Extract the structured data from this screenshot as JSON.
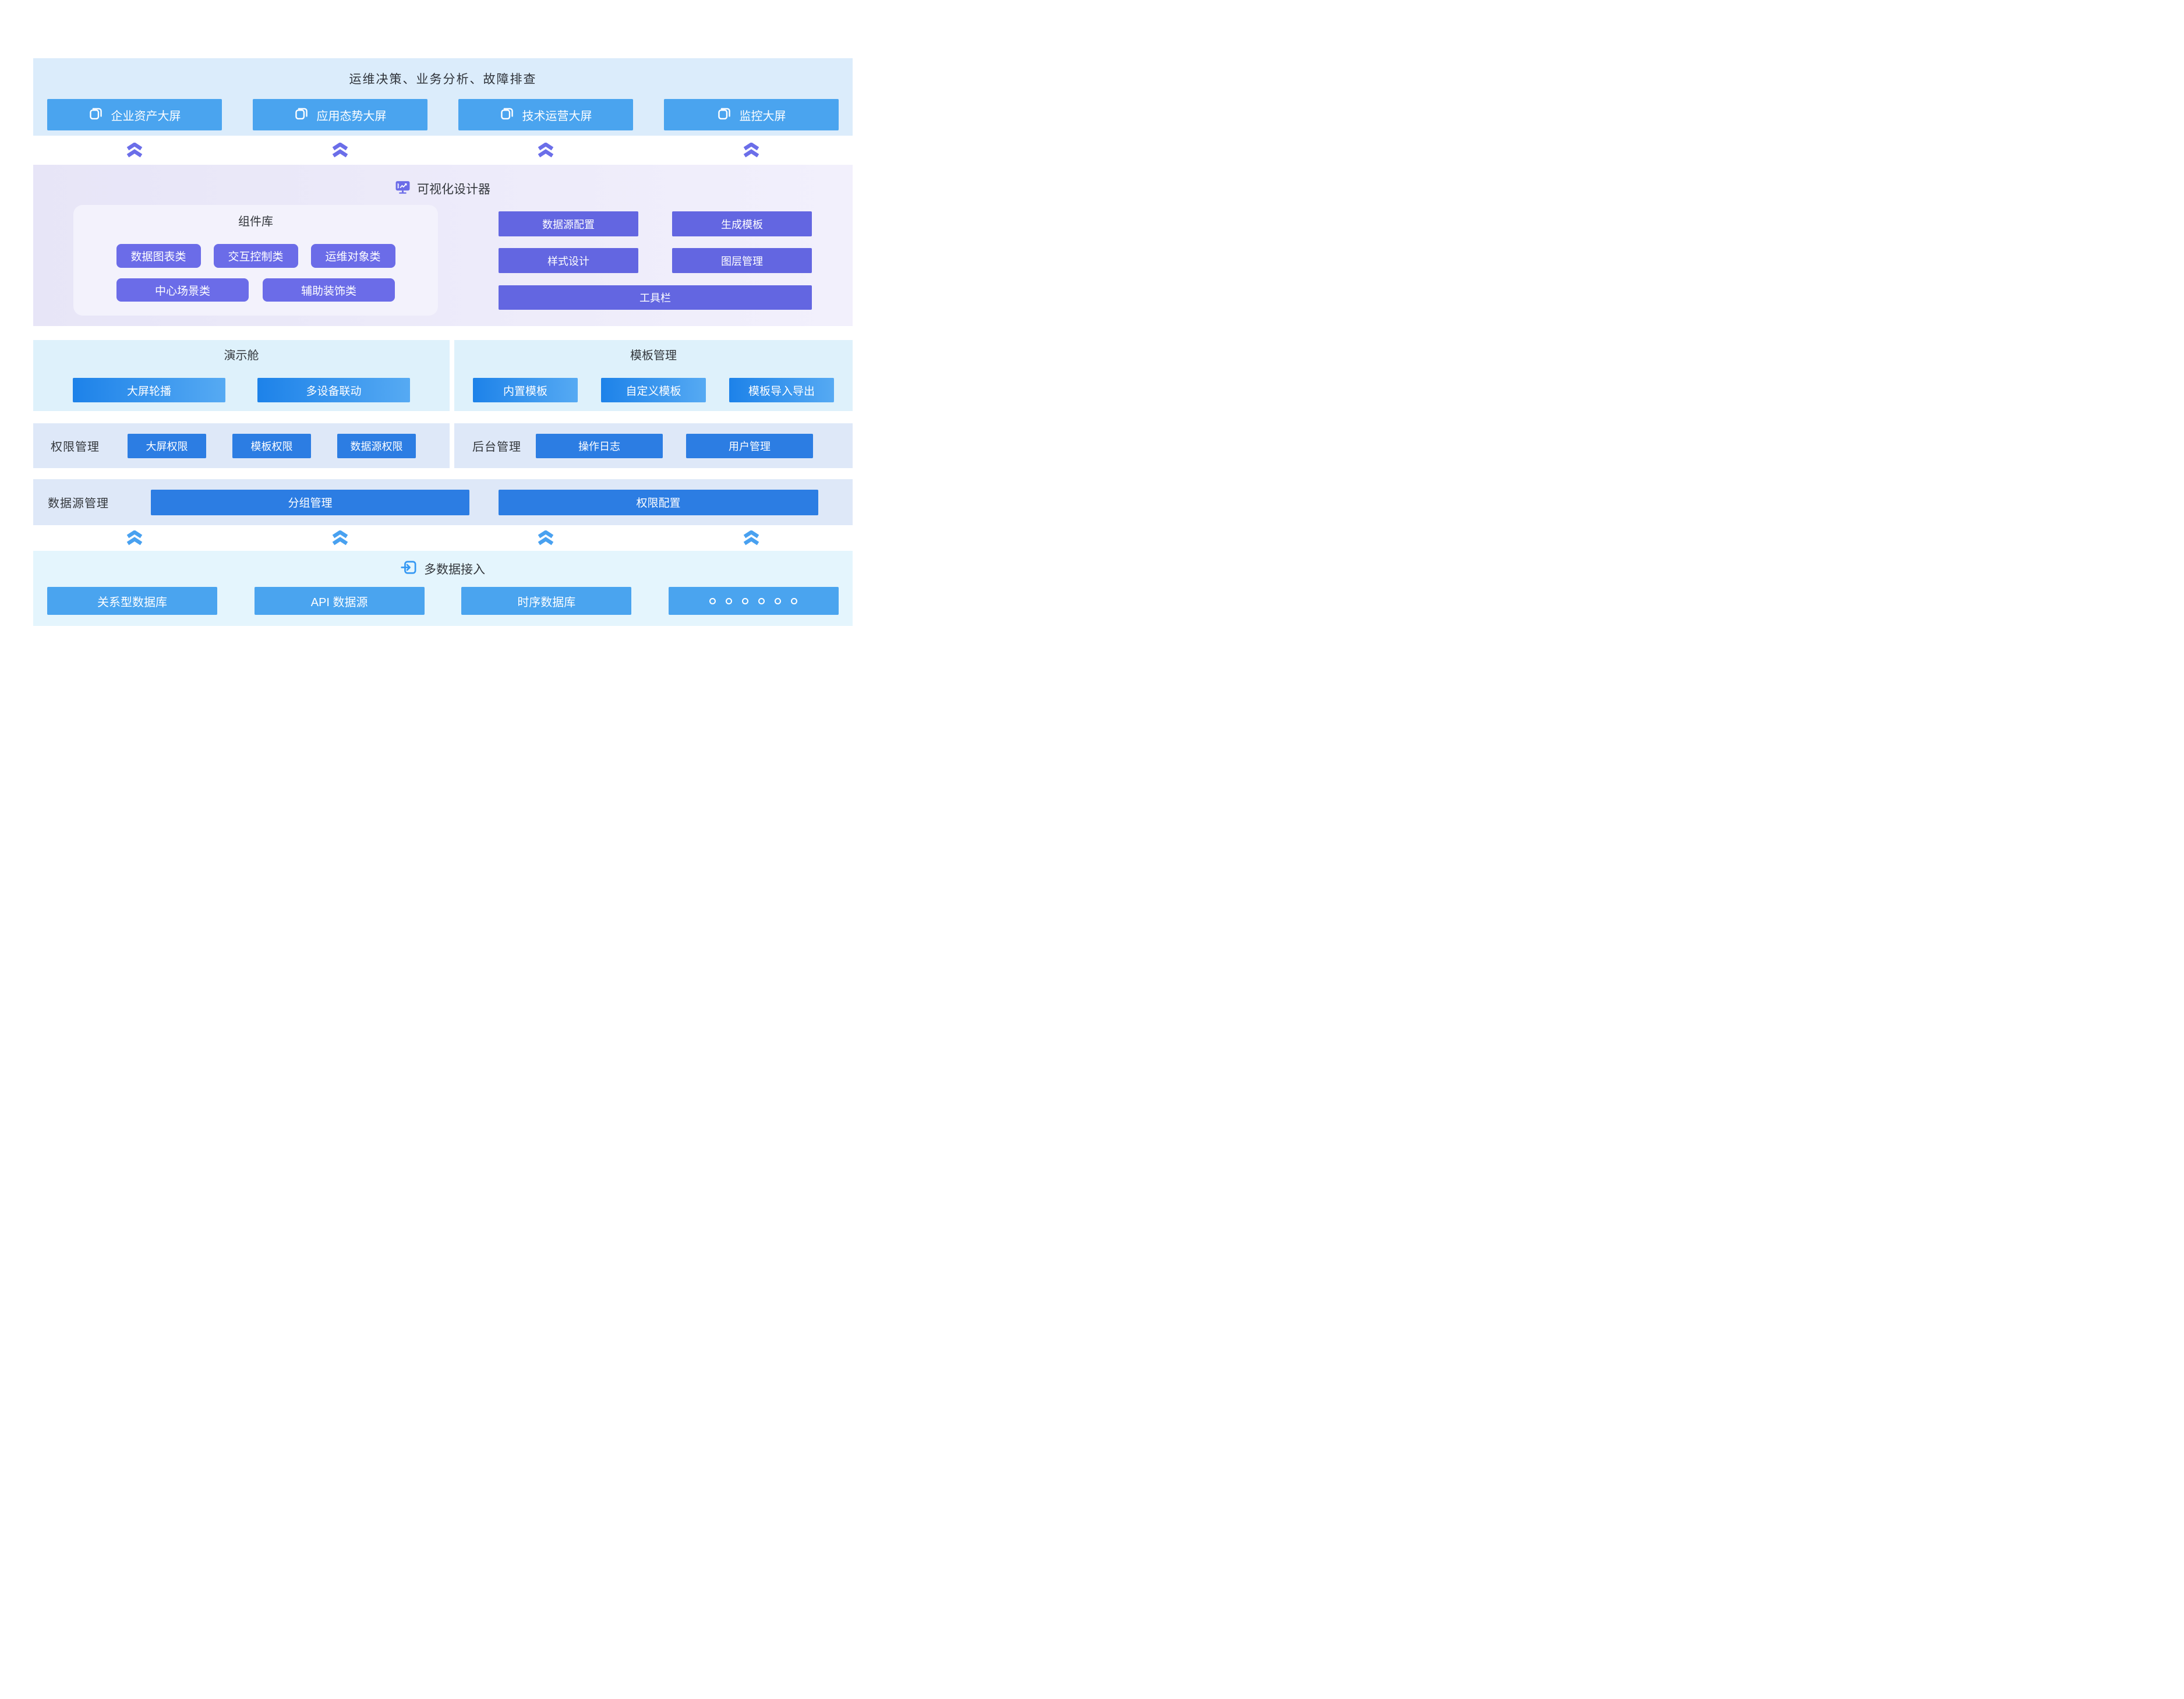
{
  "colors": {
    "flat_blue": "#4aa4ef",
    "solid_blue": "#2c7de3",
    "gradient_blue_start": "#1d82e9",
    "gradient_blue_end": "#56aaf3",
    "indigo_rounded": "#6b6ce8",
    "indigo_square": "#6366e1",
    "arrow_purple": "#6b6ee9",
    "arrow_blue": "#49a1f0",
    "bg_top": "#dbecfb",
    "bg_designer_left": "#e7e5f7",
    "bg_designer_right": "#f2f0fc",
    "bg_demo": "#def1fb",
    "bg_perms": "#dee8f8",
    "bg_bottom": "#e4f5fd"
  },
  "dashboards": {
    "title": "运维决策、业务分析、故障排查",
    "icon": "screens",
    "buttons": [
      "企业资产大屏",
      "应用态势大屏",
      "技术运营大屏",
      "监控大屏"
    ]
  },
  "flow_arrows": {
    "icon": "double-chevron-up",
    "top_row_count": 4,
    "bottom_row_count": 4
  },
  "designer": {
    "title": "可视化设计器",
    "icon": "monitor-chart",
    "component_library": {
      "title": "组件库",
      "row1": [
        "数据图表类",
        "交互控制类",
        "运维对象类"
      ],
      "row2": [
        "中心场景类",
        "辅助装饰类"
      ]
    },
    "features": {
      "row1": [
        "数据源配置",
        "生成模板"
      ],
      "row2": [
        "样式设计",
        "图层管理"
      ],
      "toolbar": "工具栏"
    }
  },
  "demo": {
    "title": "演示舱",
    "buttons": [
      "大屏轮播",
      "多设备联动"
    ]
  },
  "templates": {
    "title": "模板管理",
    "buttons": [
      "内置模板",
      "自定义模板",
      "模板导入导出"
    ]
  },
  "permissions": {
    "label": "权限管理",
    "buttons": [
      "大屏权限",
      "模板权限",
      "数据源权限"
    ]
  },
  "backend": {
    "label": "后台管理",
    "buttons": [
      "操作日志",
      "用户管理"
    ]
  },
  "datasource_mgmt": {
    "label": "数据源管理",
    "buttons": [
      "分组管理",
      "权限配置"
    ]
  },
  "data_access": {
    "title": "多数据接入",
    "icon": "import-arrow",
    "buttons": [
      "关系型数据库",
      "API 数据源",
      "时序数据库"
    ],
    "more_button": {
      "icon": "ellipsis-rings",
      "dots_count": 6
    }
  }
}
